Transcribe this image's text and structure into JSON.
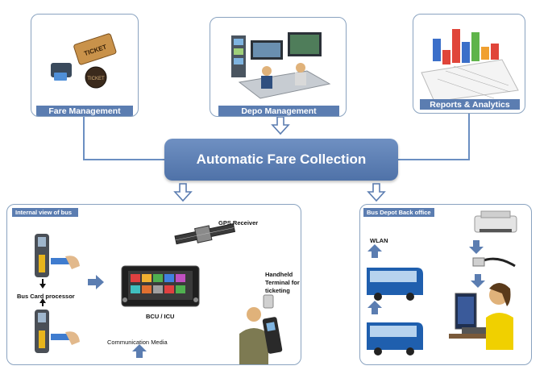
{
  "title": "Automatic Fare Collection",
  "top_panels": [
    {
      "label": "Fare Management",
      "icons": [
        "ticket-icon",
        "card-reader-icon"
      ]
    },
    {
      "label": "Depo Management",
      "icons": [
        "control-room-icon"
      ]
    },
    {
      "label": "Reports & Analytics",
      "icons": [
        "bar-chart-icon"
      ]
    }
  ],
  "ticket_texts": [
    "TICKET",
    "TICKET"
  ],
  "left_panel": {
    "header": "Internal view of bus",
    "gps": "GPS Receiver",
    "bus_card_processor": "Bus Card processor",
    "bcu": "BCU / ICU",
    "handheld": [
      "Handheld",
      "Terminal for",
      "ticketing"
    ],
    "communication": "Communication Media"
  },
  "right_panel": {
    "header": "Bus Depot Back office",
    "wlan": "WLAN"
  },
  "colors": {
    "accent": "#5b7db1",
    "panel_border": "#8aa3c0",
    "connector": "#6b8fc2"
  }
}
